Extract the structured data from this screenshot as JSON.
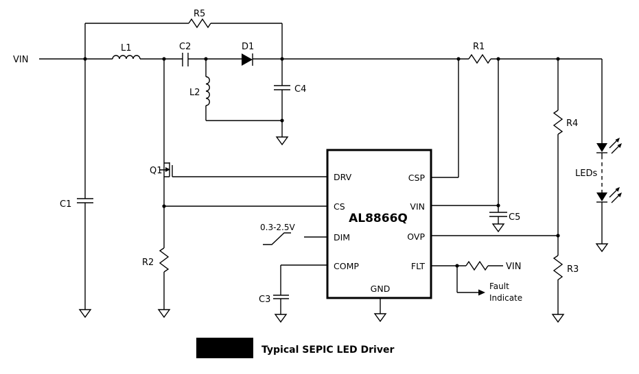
{
  "caption": "Typical SEPIC LED Driver",
  "source_label": "VIN",
  "ic": {
    "name": "AL8866Q",
    "pins": {
      "drv": "DRV",
      "cs": "CS",
      "dim": "DIM",
      "comp": "COMP",
      "csp": "CSP",
      "vin": "VIN",
      "ovp": "OVP",
      "flt": "FLT",
      "gnd": "GND"
    }
  },
  "components": {
    "r1": "R1",
    "r2": "R2",
    "r3": "R3",
    "r4": "R4",
    "r5": "R5",
    "c1": "C1",
    "c2": "C2",
    "c3": "C3",
    "c4": "C4",
    "c5": "C5",
    "l1": "L1",
    "l2": "L2",
    "d1": "D1",
    "q1": "Q1"
  },
  "annotations": {
    "dim_range": "0.3-2.5V",
    "leds": "LEDs",
    "flt_pullup": "VIN",
    "fault_line1": "Fault",
    "fault_line2": "Indicate"
  },
  "colors": {
    "line": "#000000",
    "background": "#ffffff"
  }
}
